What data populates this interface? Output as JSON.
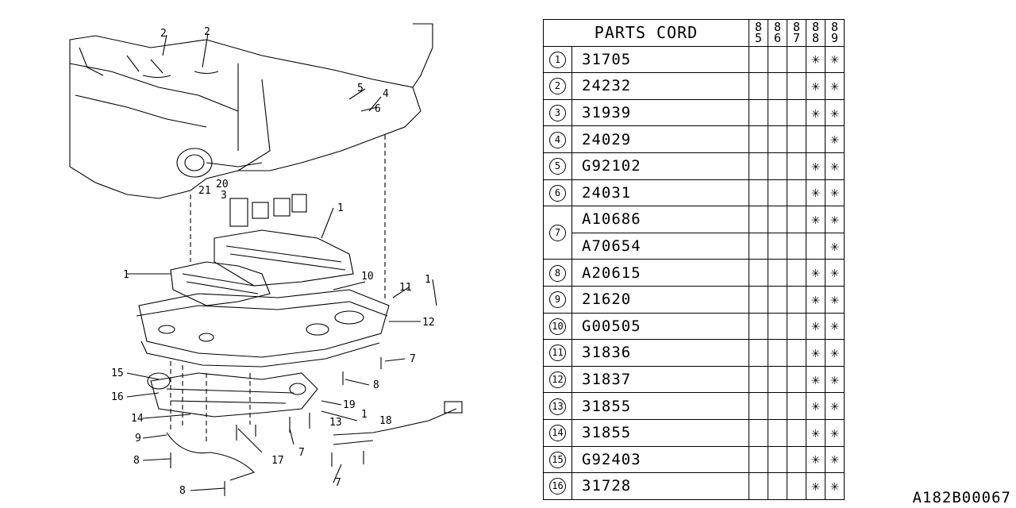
{
  "table": {
    "header": "PARTS CORD",
    "years": [
      [
        "8",
        "5"
      ],
      [
        "8",
        "6"
      ],
      [
        "8",
        "7"
      ],
      [
        "8",
        "8"
      ],
      [
        "8",
        "9"
      ]
    ],
    "mark_symbol": "✳",
    "rows": [
      {
        "no": "1",
        "code": "31705",
        "marks": [
          false,
          false,
          false,
          true,
          true
        ]
      },
      {
        "no": "2",
        "code": "24232",
        "marks": [
          false,
          false,
          false,
          true,
          true
        ]
      },
      {
        "no": "3",
        "code": "31939",
        "marks": [
          false,
          false,
          false,
          true,
          true
        ]
      },
      {
        "no": "4",
        "code": "24029",
        "marks": [
          false,
          false,
          false,
          false,
          true
        ]
      },
      {
        "no": "5",
        "code": "G92102",
        "marks": [
          false,
          false,
          false,
          true,
          true
        ]
      },
      {
        "no": "6",
        "code": "24031",
        "marks": [
          false,
          false,
          false,
          true,
          true
        ]
      },
      {
        "no": "7",
        "code": "A10686",
        "marks": [
          false,
          false,
          false,
          true,
          true
        ]
      },
      {
        "no": "",
        "code": "A70654",
        "marks": [
          false,
          false,
          false,
          false,
          true
        ]
      },
      {
        "no": "8",
        "code": "A20615",
        "marks": [
          false,
          false,
          false,
          true,
          true
        ]
      },
      {
        "no": "9",
        "code": "21620",
        "marks": [
          false,
          false,
          false,
          true,
          true
        ]
      },
      {
        "no": "10",
        "code": "G00505",
        "marks": [
          false,
          false,
          false,
          true,
          true
        ]
      },
      {
        "no": "11",
        "code": "31836",
        "marks": [
          false,
          false,
          false,
          true,
          true
        ]
      },
      {
        "no": "12",
        "code": "31837",
        "marks": [
          false,
          false,
          false,
          true,
          true
        ]
      },
      {
        "no": "13",
        "code": "31855",
        "marks": [
          false,
          false,
          false,
          true,
          true
        ]
      },
      {
        "no": "14",
        "code": "31855",
        "marks": [
          false,
          false,
          false,
          true,
          true
        ]
      },
      {
        "no": "15",
        "code": "G92403",
        "marks": [
          false,
          false,
          false,
          true,
          true
        ]
      },
      {
        "no": "16",
        "code": "31728",
        "marks": [
          false,
          false,
          false,
          true,
          true
        ]
      }
    ]
  },
  "diagram": {
    "callouts": [
      "2",
      "2",
      "5",
      "4",
      "6",
      "20",
      "21",
      "3",
      "1",
      "1",
      "10",
      "11",
      "1",
      "12",
      "7",
      "15",
      "8",
      "16",
      "19",
      "1",
      "14",
      "13",
      "18",
      "9",
      "17",
      "7",
      "8",
      "7",
      "8"
    ]
  },
  "footer_code": "A182B00067"
}
